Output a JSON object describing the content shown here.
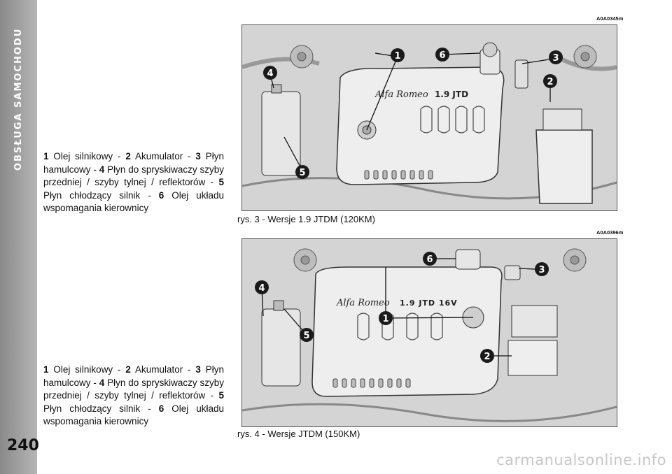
{
  "sidebar": {
    "section_title": "OBSŁUGA SAMOCHODU",
    "page_number": "240"
  },
  "figure1": {
    "code": "A0A0345m",
    "caption": "rys. 3 - Wersje 1.9 JTDM (120KM)",
    "cover_text": "1.9 JTD",
    "brand": "Alfa Romeo",
    "markers": [
      "1",
      "2",
      "3",
      "4",
      "5",
      "6"
    ]
  },
  "figure2": {
    "code": "A0A0396m",
    "caption": "rys. 4 - Wersje JTDM (150KM)",
    "cover_text": "1.9  JTD 16V",
    "brand": "Alfa Romeo",
    "markers": [
      "1",
      "2",
      "3",
      "4",
      "5",
      "6"
    ]
  },
  "legend": {
    "items": [
      {
        "num": "1",
        "text": "Olej silnikowy - "
      },
      {
        "num": "2",
        "text": "Akumulator - "
      },
      {
        "num": "3",
        "text": "Płyn hamulcowy - "
      },
      {
        "num": "4",
        "text": "Płyn do spryskiwaczy szyby przedniej / szyby tylnej / reflektorów - "
      },
      {
        "num": "5",
        "text": "Płyn chłodzący silnik - "
      },
      {
        "num": "6",
        "text": "Olej układu wspomagania kierownicy"
      }
    ]
  },
  "watermark": "carmanualsonline.info",
  "colors": {
    "sidebar": "#a0a0a0",
    "marker": "#1a1a1a",
    "figure_bg": "#d9d9d9"
  }
}
